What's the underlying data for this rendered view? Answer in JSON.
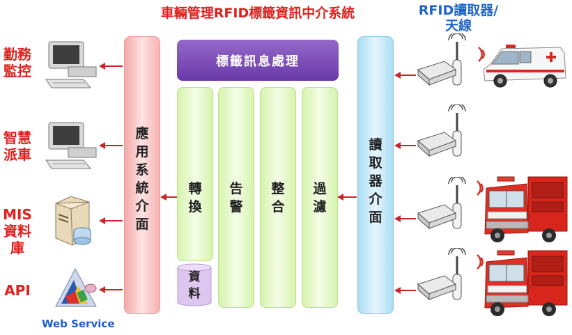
{
  "title": "車輛管理RFID標籤資訊中介系統",
  "rfid_title": [
    "RFID讀取器/",
    "天線"
  ],
  "left": {
    "items": [
      {
        "label": [
          "勤務",
          "監控"
        ],
        "icon": "computer-icon"
      },
      {
        "label": [
          "智慧",
          "派車"
        ],
        "icon": "computer-icon"
      },
      {
        "label": [
          "MIS",
          "資料庫"
        ],
        "icon": "database-server-icon"
      },
      {
        "label": [
          "API"
        ],
        "icon": "web-service-icon"
      }
    ],
    "web_service_label": "Web Service"
  },
  "app_interface": [
    "應",
    "用",
    "系",
    "統",
    "介",
    "面"
  ],
  "reader_interface": [
    "讀",
    "取",
    "器",
    "介",
    "面"
  ],
  "tag_processing": "標籤訊息處理",
  "modules": [
    {
      "chars": [
        "轉",
        "換"
      ]
    },
    {
      "chars": [
        "告",
        "警"
      ]
    },
    {
      "chars": [
        "整",
        "合"
      ]
    },
    {
      "chars": [
        "過",
        "濾"
      ]
    }
  ],
  "data_store": [
    "資",
    "料"
  ],
  "vehicles": [
    "ambulance",
    "none",
    "fire-truck",
    "fire-truck"
  ],
  "colors": {
    "accent_red": "#e0201e",
    "accent_blue": "#1f64c8",
    "purple": "#6a3aa8"
  }
}
